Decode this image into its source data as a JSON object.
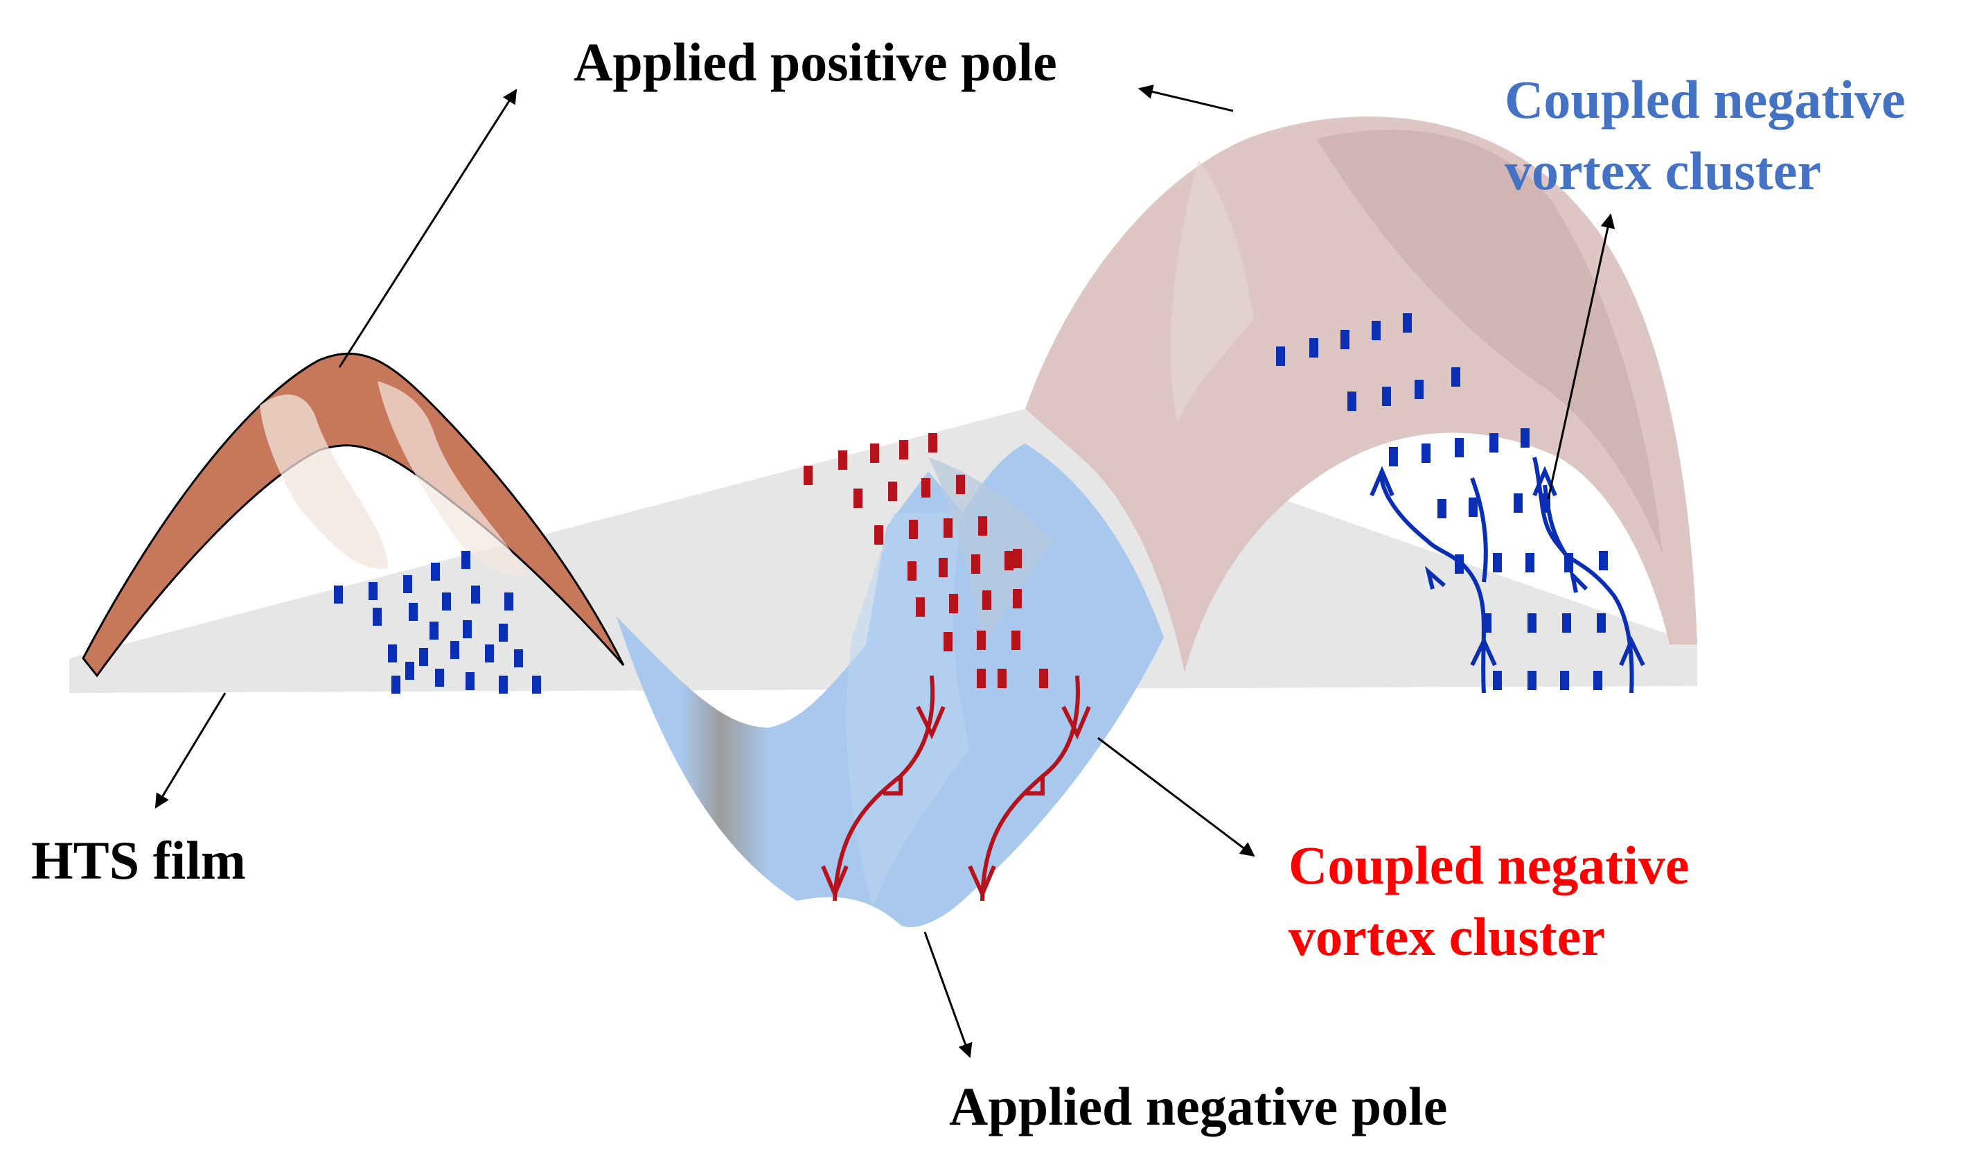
{
  "labels": {
    "applied_positive_pole": "Applied positive pole",
    "applied_negative_pole": "Applied negative pole",
    "hts_film": "HTS film",
    "coupled_blue_line1": "Coupled negative",
    "coupled_blue_line2": "vortex cluster",
    "coupled_red_line1": "Coupled negative",
    "coupled_red_line2": "vortex cluster"
  },
  "colors": {
    "film": "#e6e6e6",
    "positive_pole_band": "#c8785a",
    "negative_pole_surface": "#a9c8ee",
    "pink_surface": "#d9c0bd",
    "blue_vortex": "#0a2fb4",
    "red_vortex": "#b5121b",
    "blue_label": "#4472C4",
    "red_label": "#FF0000"
  }
}
